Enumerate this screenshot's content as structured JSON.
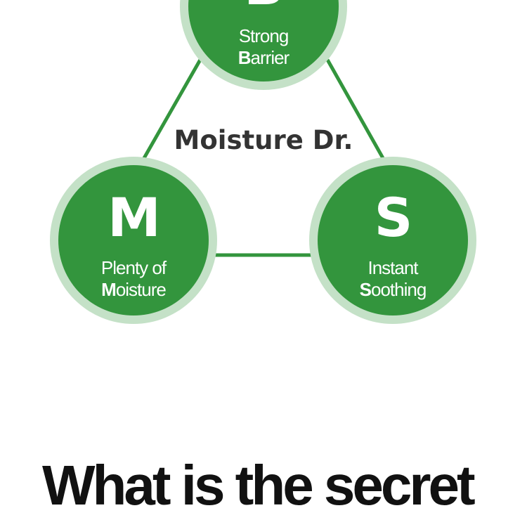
{
  "diagram": {
    "center_title": "Moisture Dr.",
    "nodes": {
      "top": {
        "letter": "B",
        "line1": "Strong",
        "line2_initial": "B",
        "line2_rest": "arrier"
      },
      "left": {
        "letter": "M",
        "line1": "Plenty of",
        "line2_initial": "M",
        "line2_rest": "oisture"
      },
      "right": {
        "letter": "S",
        "line1": "Instant",
        "line2_initial": "S",
        "line2_rest": "oothing"
      }
    },
    "colors": {
      "node_fill": "#33953d",
      "node_ring": "#c4e1c7",
      "connector": "#33953d",
      "title_text": "#333333"
    }
  },
  "headline": {
    "text": "What is the secret"
  }
}
